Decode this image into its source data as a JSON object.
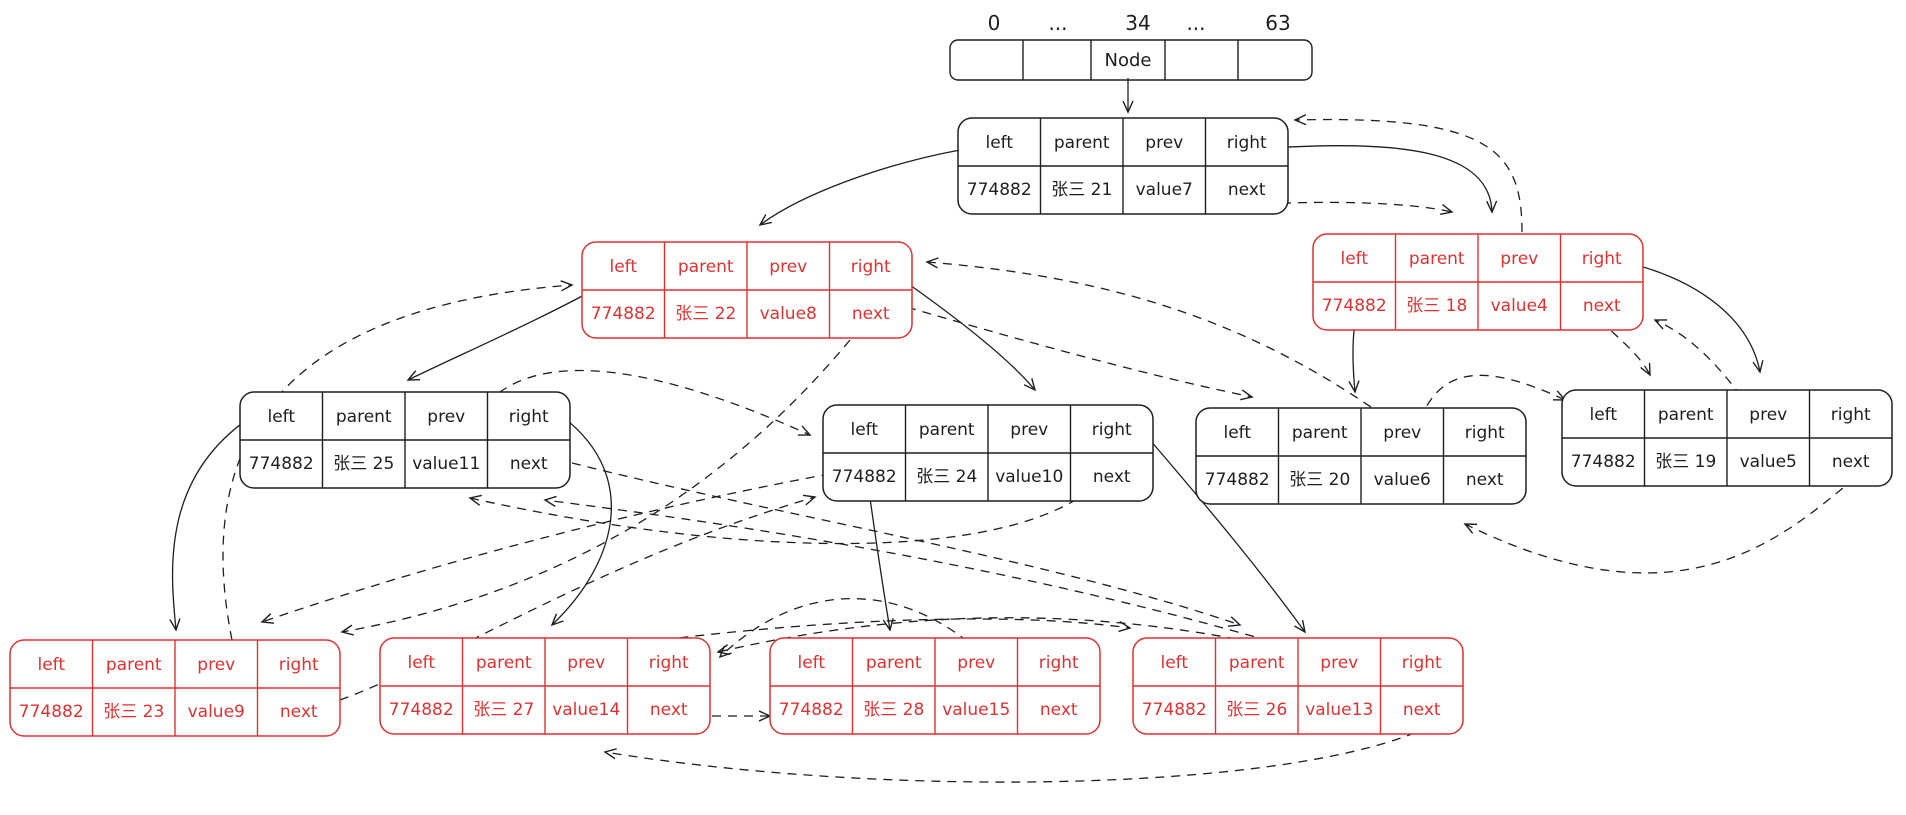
{
  "colors": {
    "black": "#1e1e1e",
    "red": "#e03131"
  },
  "array": {
    "indices": [
      "0",
      "...",
      "34",
      "...",
      "63"
    ],
    "slot_label": "Node"
  },
  "nodes": [
    {
      "id": "n21",
      "color": "black",
      "row1": [
        "left",
        "parent",
        "prev",
        "right"
      ],
      "row2": [
        "774882",
        "张三 21",
        "value7",
        "next"
      ]
    },
    {
      "id": "n22",
      "color": "red",
      "row1": [
        "left",
        "parent",
        "prev",
        "right"
      ],
      "row2": [
        "774882",
        "张三 22",
        "value8",
        "next"
      ]
    },
    {
      "id": "n18",
      "color": "red",
      "row1": [
        "left",
        "parent",
        "prev",
        "right"
      ],
      "row2": [
        "774882",
        "张三 18",
        "value4",
        "next"
      ]
    },
    {
      "id": "n25",
      "color": "black",
      "row1": [
        "left",
        "parent",
        "prev",
        "right"
      ],
      "row2": [
        "774882",
        "张三 25",
        "value11",
        "next"
      ]
    },
    {
      "id": "n24",
      "color": "black",
      "row1": [
        "left",
        "parent",
        "prev",
        "right"
      ],
      "row2": [
        "774882",
        "张三 24",
        "value10",
        "next"
      ]
    },
    {
      "id": "n20",
      "color": "black",
      "row1": [
        "left",
        "parent",
        "prev",
        "right"
      ],
      "row2": [
        "774882",
        "张三 20",
        "value6",
        "next"
      ]
    },
    {
      "id": "n19",
      "color": "black",
      "row1": [
        "left",
        "parent",
        "prev",
        "right"
      ],
      "row2": [
        "774882",
        "张三 19",
        "value5",
        "next"
      ]
    },
    {
      "id": "n23",
      "color": "red",
      "row1": [
        "left",
        "parent",
        "prev",
        "right"
      ],
      "row2": [
        "774882",
        "张三 23",
        "value9",
        "next"
      ]
    },
    {
      "id": "n27",
      "color": "red",
      "row1": [
        "left",
        "parent",
        "prev",
        "right"
      ],
      "row2": [
        "774882",
        "张三 27",
        "value14",
        "next"
      ]
    },
    {
      "id": "n28",
      "color": "red",
      "row1": [
        "left",
        "parent",
        "prev",
        "right"
      ],
      "row2": [
        "774882",
        "张三 28",
        "value15",
        "next"
      ]
    },
    {
      "id": "n26",
      "color": "red",
      "row1": [
        "left",
        "parent",
        "prev",
        "right"
      ],
      "row2": [
        "774882",
        "张三 26",
        "value13",
        "next"
      ]
    }
  ]
}
